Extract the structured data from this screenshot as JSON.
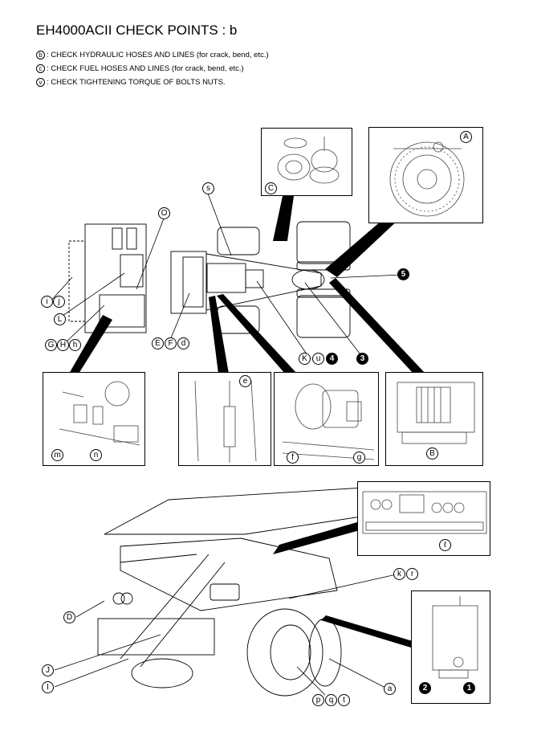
{
  "title": "EH4000ACII CHECK POINTS : b",
  "notes": [
    {
      "mark": "b",
      "text": ": CHECK HYDRAULIC HOSES AND LINES (for crack, bend, etc.)"
    },
    {
      "mark": "c",
      "text": ": CHECK FUEL HOSES AND LINES (for crack, bend, etc.)"
    },
    {
      "mark": "v",
      "text": ": CHECK TIGHTENING TORQUE OF BOLTS NUTS."
    }
  ],
  "callouts": {
    "A": "A",
    "C": "C",
    "s": "s",
    "O": "O",
    "five": "5",
    "i": "i",
    "j": "j",
    "L": "L",
    "G": "G",
    "H": "H",
    "h": "h",
    "E": "E",
    "F": "F",
    "d": "d",
    "K": "K",
    "u": "u",
    "four": "4",
    "three": "3",
    "m": "m",
    "n": "n",
    "e": "e",
    "f": "f",
    "g": "g",
    "B": "B",
    "ell": "ℓ",
    "k": "k",
    "r": "r",
    "D": "D",
    "J": "J",
    "I": "I",
    "p": "p",
    "q": "q",
    "t": "t",
    "a": "a",
    "two": "2",
    "one": "1"
  }
}
